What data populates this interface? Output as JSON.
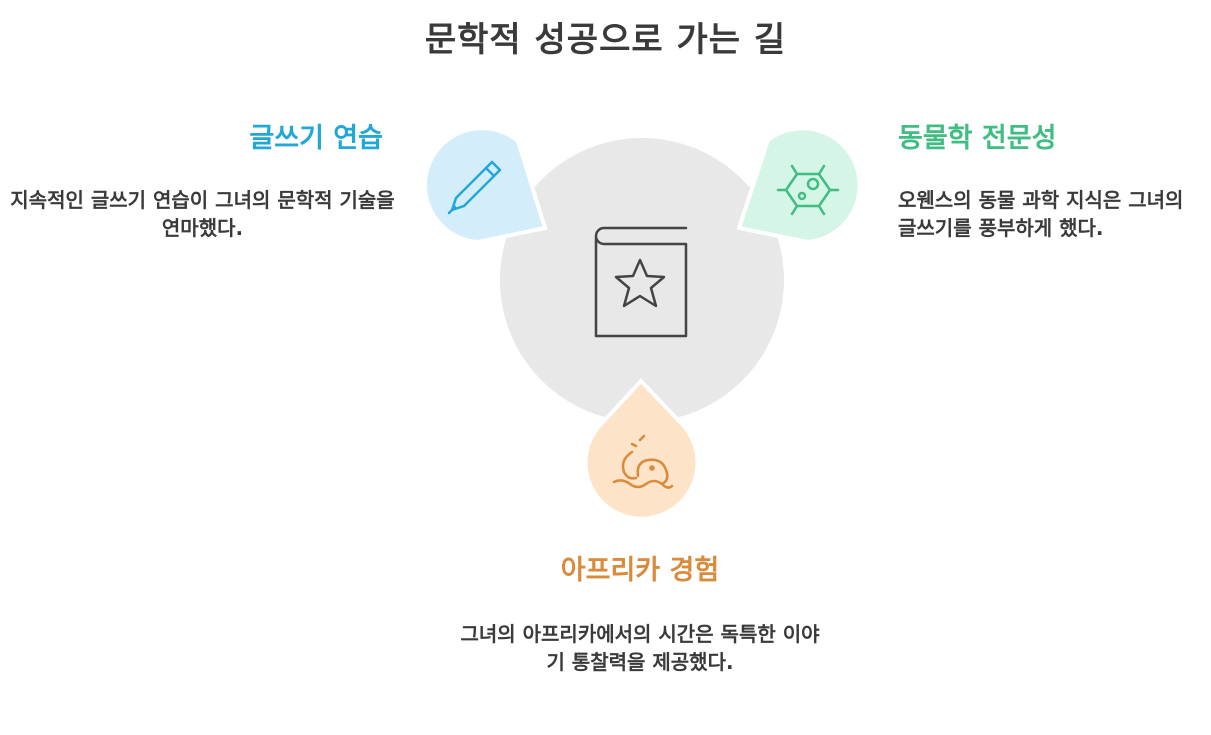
{
  "title": "문학적 성공으로 가는 길",
  "center": {
    "icon": "book-star-icon"
  },
  "branches": {
    "writing": {
      "heading": "글쓰기 연습",
      "description": "지속적인 글쓰기 연습이 그녀의 문학적 기술을 연마했다.",
      "icon": "pen-icon",
      "color": "#22a8d6"
    },
    "zoology": {
      "heading": "동물학 전문성",
      "description": "오웬스의 동물 과학 지식은 그녀의 글쓰기를 풍부하게 했다.",
      "icon": "molecule-icon",
      "color": "#3fbd82"
    },
    "africa": {
      "heading": "아프리카 경험",
      "description": "그녀의 아프리카에서의 시간은 독특한 이야기 통찰력을 제공했다.",
      "icon": "elephant-icon",
      "color": "#d98a3a"
    }
  }
}
